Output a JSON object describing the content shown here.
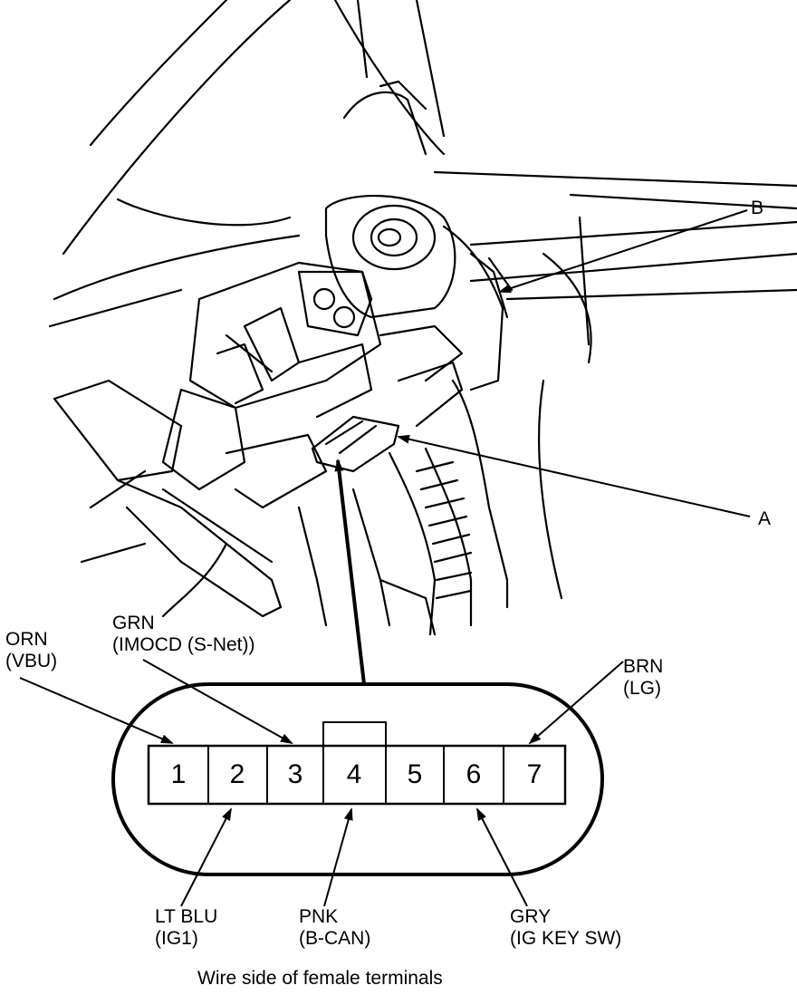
{
  "callouts": {
    "a": "A",
    "b": "B"
  },
  "connector": {
    "pins": [
      "1",
      "2",
      "3",
      "4",
      "5",
      "6",
      "7"
    ]
  },
  "wires": {
    "orn": {
      "color": "ORN",
      "signal": "(VBU)"
    },
    "grn": {
      "color": "GRN",
      "signal": "(IMOCD (S-Net))"
    },
    "brn": {
      "color": "BRN",
      "signal": "(LG)"
    },
    "lt_blu": {
      "color": "LT BLU",
      "signal": "(IG1)"
    },
    "pnk": {
      "color": "PNK",
      "signal": "(B-CAN)"
    },
    "gry": {
      "color": "GRY",
      "signal": "(IG KEY SW)"
    }
  },
  "caption": "Wire side of female terminals"
}
